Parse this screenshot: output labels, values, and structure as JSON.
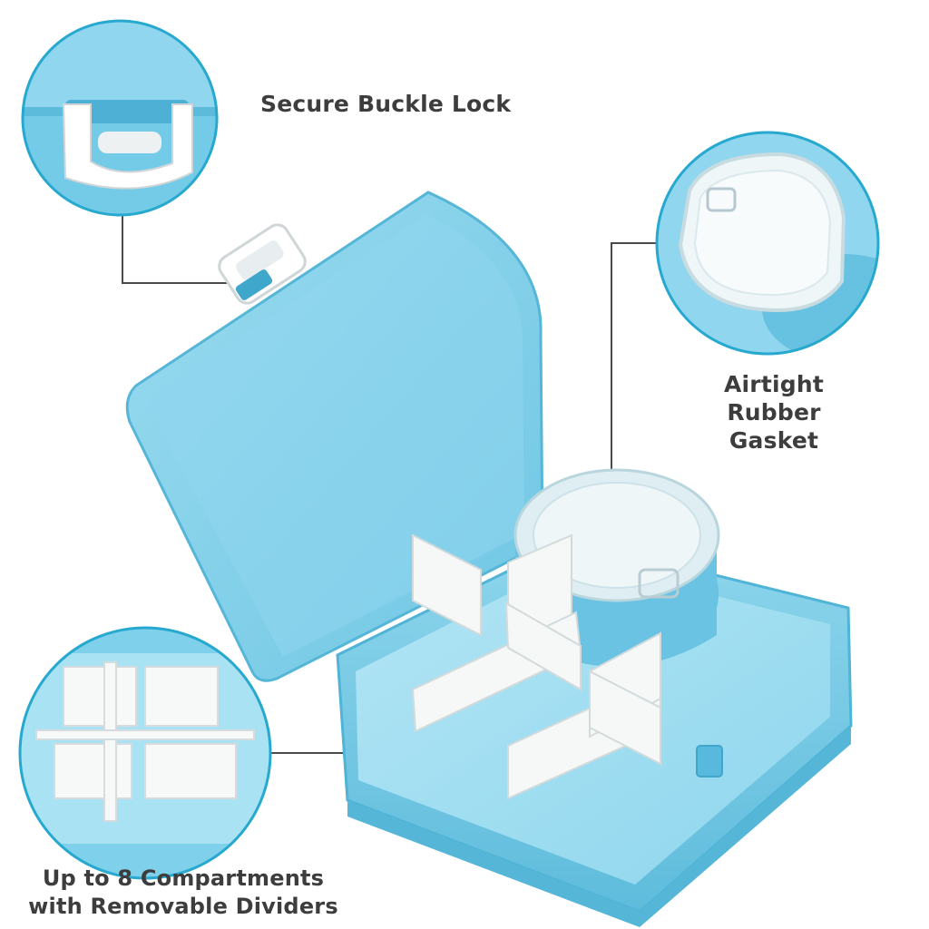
{
  "callouts": {
    "buckle": {
      "lines": [
        "Secure Buckle Lock"
      ],
      "icon": "buckle-lock-closeup"
    },
    "gasket": {
      "lines": [
        "Airtight",
        "Rubber Gasket"
      ],
      "icon": "sealed-lid-closeup"
    },
    "dividers": {
      "lines": [
        "Up to 8 Compartments",
        "with Removable Dividers"
      ],
      "icon": "divider-grid-closeup"
    }
  },
  "colors": {
    "box_blue": "#7cd0ea",
    "box_blue_dark": "#4fb4d6",
    "box_blue_light": "#a9e2f3",
    "callout_ring": "#27a9cf",
    "leader_line": "#4a4a4a",
    "divider_white": "#f4f6f6",
    "label_text": "#3d3d3d"
  }
}
